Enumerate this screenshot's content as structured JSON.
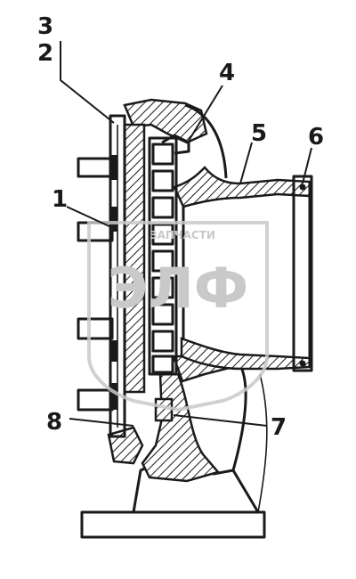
{
  "callouts": {
    "c1": "1",
    "c2": "2",
    "c3": "3",
    "c4": "4",
    "c5": "5",
    "c6": "6",
    "c7": "7",
    "c8": "8"
  },
  "watermark": {
    "brand": "ЭЛФ",
    "tagline": "ЗАПЧАСТИ"
  },
  "colors": {
    "ink": "#1a1a1a",
    "watermark": "#c9c9c9",
    "background": "#ffffff"
  }
}
